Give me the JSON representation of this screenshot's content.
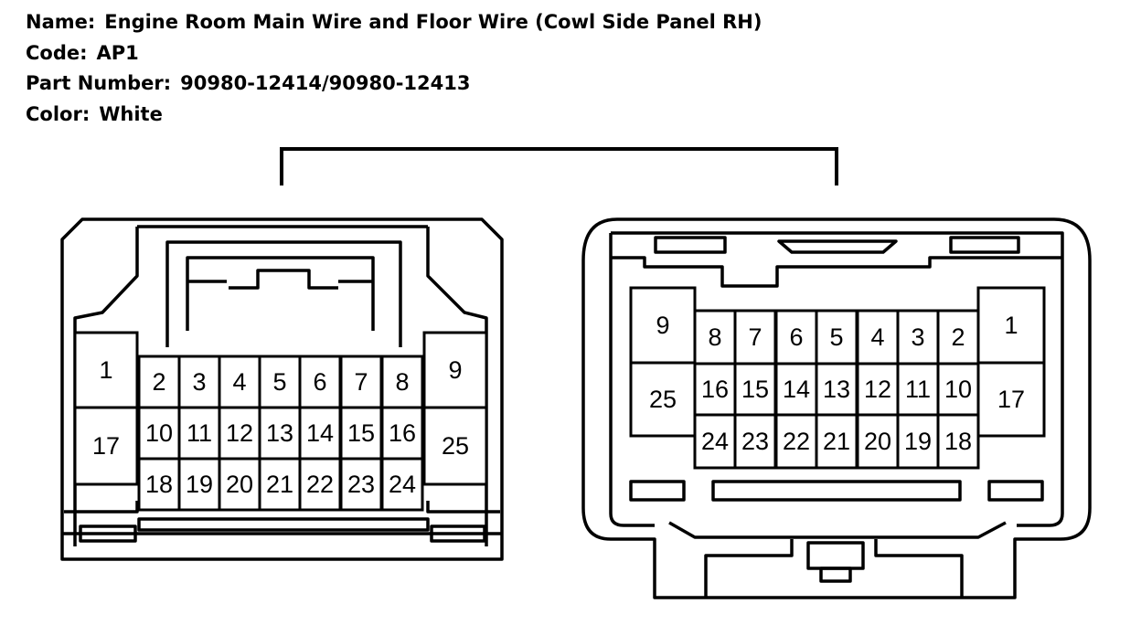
{
  "info": {
    "name_label": "Name:",
    "name_value": "Engine Room Main Wire and Floor Wire (Cowl Side Panel RH)",
    "code_label": "Code:",
    "code_value": "AP1",
    "part_label": "Part Number:",
    "part_value": "90980-12414/90980-12413",
    "color_label": "Color:",
    "color_value": "White"
  },
  "left_connector": {
    "pins": [
      "1",
      "2",
      "3",
      "4",
      "5",
      "6",
      "7",
      "8",
      "9",
      "10",
      "11",
      "12",
      "13",
      "14",
      "15",
      "16",
      "17",
      "18",
      "19",
      "20",
      "21",
      "22",
      "23",
      "24",
      "25"
    ]
  },
  "right_connector": {
    "pins": [
      "9",
      "8",
      "7",
      "6",
      "5",
      "4",
      "3",
      "2",
      "1",
      "25",
      "16",
      "15",
      "14",
      "13",
      "12",
      "11",
      "10",
      "17",
      "24",
      "23",
      "22",
      "21",
      "20",
      "19",
      "18"
    ]
  }
}
